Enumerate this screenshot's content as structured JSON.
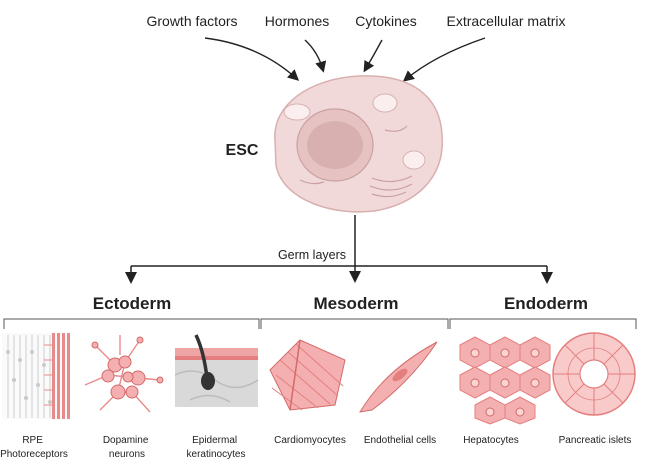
{
  "signals": [
    "Growth factors",
    "Hormones",
    "Cytokines",
    "Extracellular matrix"
  ],
  "cell_label": "ESC",
  "germ_label": "Germ layers",
  "layers": [
    {
      "name": "Ectoderm",
      "cells": [
        {
          "lines": [
            "RPE",
            "Photoreceptors"
          ],
          "icon": "rpe-photoreceptor-icon"
        },
        {
          "lines": [
            "Dopamine",
            "neurons"
          ],
          "icon": "dopamine-neuron-icon"
        },
        {
          "lines": [
            "Epidermal",
            "keratinocytes"
          ],
          "icon": "keratinocyte-icon"
        }
      ]
    },
    {
      "name": "Mesoderm",
      "cells": [
        {
          "lines": [
            "Cardiomyocytes"
          ],
          "icon": "cardiomyocyte-icon"
        },
        {
          "lines": [
            "Endothelial cells"
          ],
          "icon": "endothelial-cell-icon"
        }
      ]
    },
    {
      "name": "Endoderm",
      "cells": [
        {
          "lines": [
            "Hepatocytes"
          ],
          "icon": "hepatocyte-icon"
        },
        {
          "lines": [
            "Pancreatic islets"
          ],
          "icon": "pancreatic-islet-icon"
        }
      ]
    }
  ],
  "colors": {
    "cell_fill": "#f2d9d9",
    "cell_stroke": "#d9b0b0",
    "pink": "#e98a8a",
    "pink_dark": "#d46a6a",
    "line": "#222222"
  }
}
